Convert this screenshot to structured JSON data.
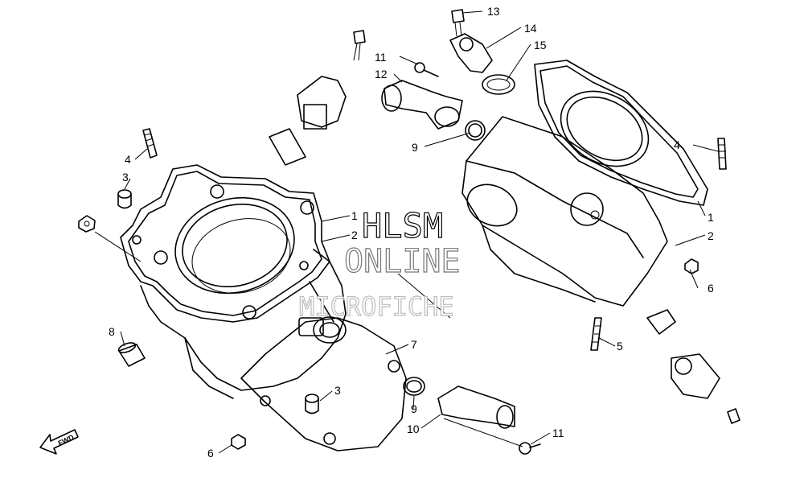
{
  "watermark": {
    "line1": "HLSM",
    "line2": "ONLINE",
    "line3": "MICROFICHE"
  },
  "direction_arrow": "FWD",
  "labels": {
    "l1a": "1",
    "l1b": "1",
    "l2a": "2",
    "l2b": "2",
    "l3a": "3",
    "l3b": "3",
    "l4a": "4",
    "l4b": "4",
    "l5": "5",
    "l6a": "6",
    "l6b": "6",
    "l7": "7",
    "l8": "8",
    "l9a": "9",
    "l9b": "9",
    "l10": "10",
    "l11a": "11",
    "l11b": "11",
    "l12": "12",
    "l13": "13",
    "l14": "14",
    "l15": "15"
  }
}
